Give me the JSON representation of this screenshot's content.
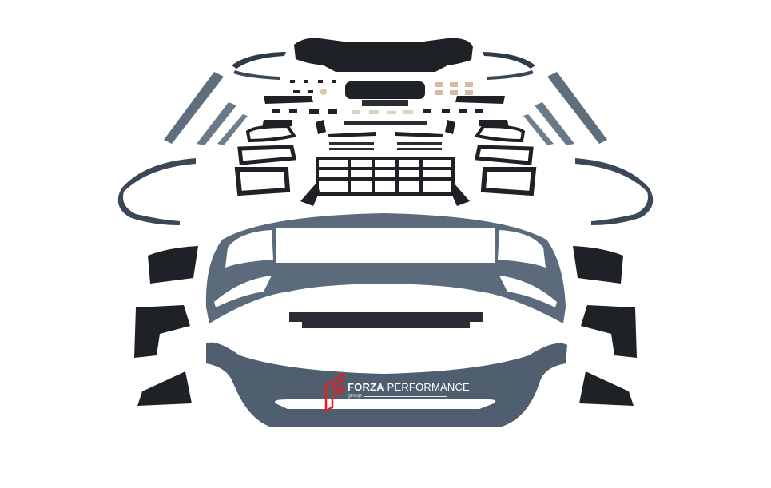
{
  "image": {
    "subject": "car-body-kit-product-photo",
    "background": "#ffffff",
    "colors": {
      "primed_plastic": "#5a6a7b",
      "primed_plastic_light": "#71808f",
      "black_plastic": "#1e2125",
      "logo_red": "#e3201f",
      "logo_text": "#ffffff"
    }
  },
  "watermark": {
    "brand_bold": "FORZA",
    "brand_light": "PERFORMANCE",
    "sub": "group"
  }
}
